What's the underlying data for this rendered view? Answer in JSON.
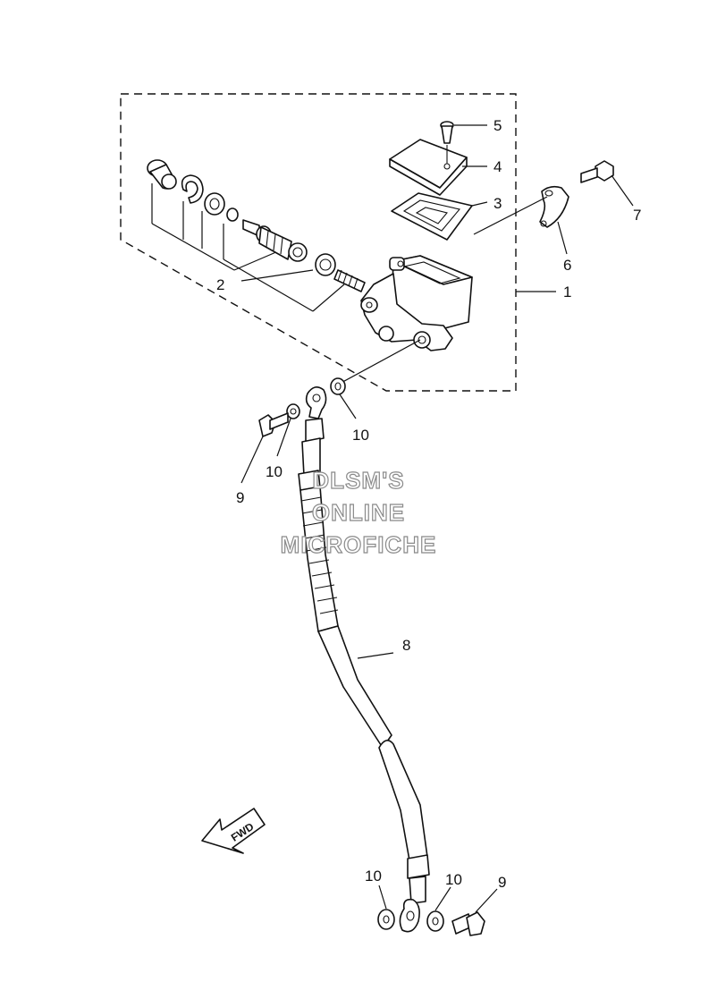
{
  "callouts": {
    "c1": "1",
    "c2": "2",
    "c3": "3",
    "c4": "4",
    "c5": "5",
    "c6": "6",
    "c7": "7",
    "c8": "8",
    "c9a": "9",
    "c9b": "9",
    "c10a": "10",
    "c10b": "10",
    "c10c": "10",
    "c10d": "10"
  },
  "watermark": {
    "line1": "DLSM'S",
    "line2": "ONLINE",
    "line3": "MICROFICHE"
  },
  "fwd_label": "FWD"
}
